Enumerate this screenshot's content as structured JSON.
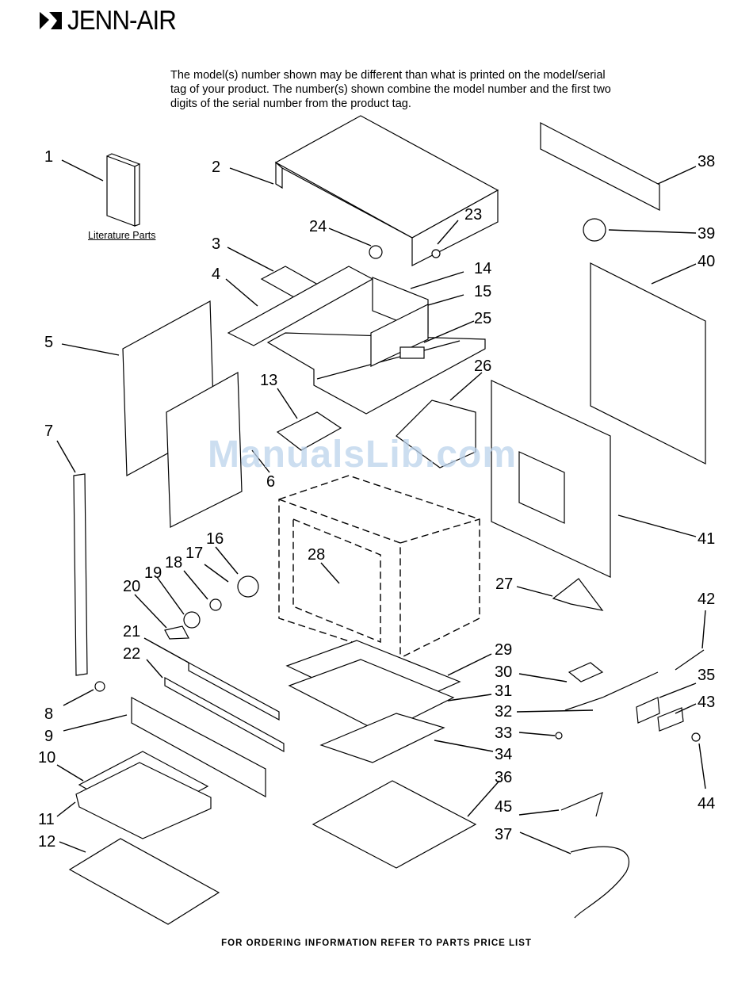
{
  "brand": {
    "name": "JENN-AIR",
    "logo_icon": "jenn-air-logo-icon"
  },
  "notice_text": "The model(s) number shown may be different than what is printed on the model/serial tag of your product. The number(s) shown combine the model number and the first two digits of the serial number from the product tag.",
  "literature_label": "Literature Parts",
  "watermark": "ManualsLib.com",
  "footer": "FOR ORDERING INFORMATION REFER TO PARTS PRICE LIST",
  "callouts": [
    {
      "id": "c1",
      "label": "1"
    },
    {
      "id": "c2",
      "label": "2"
    },
    {
      "id": "c3",
      "label": "3"
    },
    {
      "id": "c4",
      "label": "4"
    },
    {
      "id": "c5",
      "label": "5"
    },
    {
      "id": "c6",
      "label": "6"
    },
    {
      "id": "c7",
      "label": "7"
    },
    {
      "id": "c8",
      "label": "8"
    },
    {
      "id": "c9",
      "label": "9"
    },
    {
      "id": "c10",
      "label": "10"
    },
    {
      "id": "c11",
      "label": "11"
    },
    {
      "id": "c12",
      "label": "12"
    },
    {
      "id": "c13",
      "label": "13"
    },
    {
      "id": "c14",
      "label": "14"
    },
    {
      "id": "c15",
      "label": "15"
    },
    {
      "id": "c16",
      "label": "16"
    },
    {
      "id": "c17",
      "label": "17"
    },
    {
      "id": "c18",
      "label": "18"
    },
    {
      "id": "c19",
      "label": "19"
    },
    {
      "id": "c20",
      "label": "20"
    },
    {
      "id": "c21",
      "label": "21"
    },
    {
      "id": "c22",
      "label": "22"
    },
    {
      "id": "c23",
      "label": "23"
    },
    {
      "id": "c24",
      "label": "24"
    },
    {
      "id": "c25",
      "label": "25"
    },
    {
      "id": "c26",
      "label": "26"
    },
    {
      "id": "c27",
      "label": "27"
    },
    {
      "id": "c28",
      "label": "28"
    },
    {
      "id": "c29",
      "label": "29"
    },
    {
      "id": "c30",
      "label": "30"
    },
    {
      "id": "c31",
      "label": "31"
    },
    {
      "id": "c32",
      "label": "32"
    },
    {
      "id": "c33",
      "label": "33"
    },
    {
      "id": "c34",
      "label": "34"
    },
    {
      "id": "c35",
      "label": "35"
    },
    {
      "id": "c36",
      "label": "36"
    },
    {
      "id": "c37",
      "label": "37"
    },
    {
      "id": "c38",
      "label": "38"
    },
    {
      "id": "c39",
      "label": "39"
    },
    {
      "id": "c40",
      "label": "40"
    },
    {
      "id": "c41",
      "label": "41"
    },
    {
      "id": "c42",
      "label": "42"
    },
    {
      "id": "c43",
      "label": "43"
    },
    {
      "id": "c44",
      "label": "44"
    },
    {
      "id": "c45",
      "label": "45"
    }
  ]
}
